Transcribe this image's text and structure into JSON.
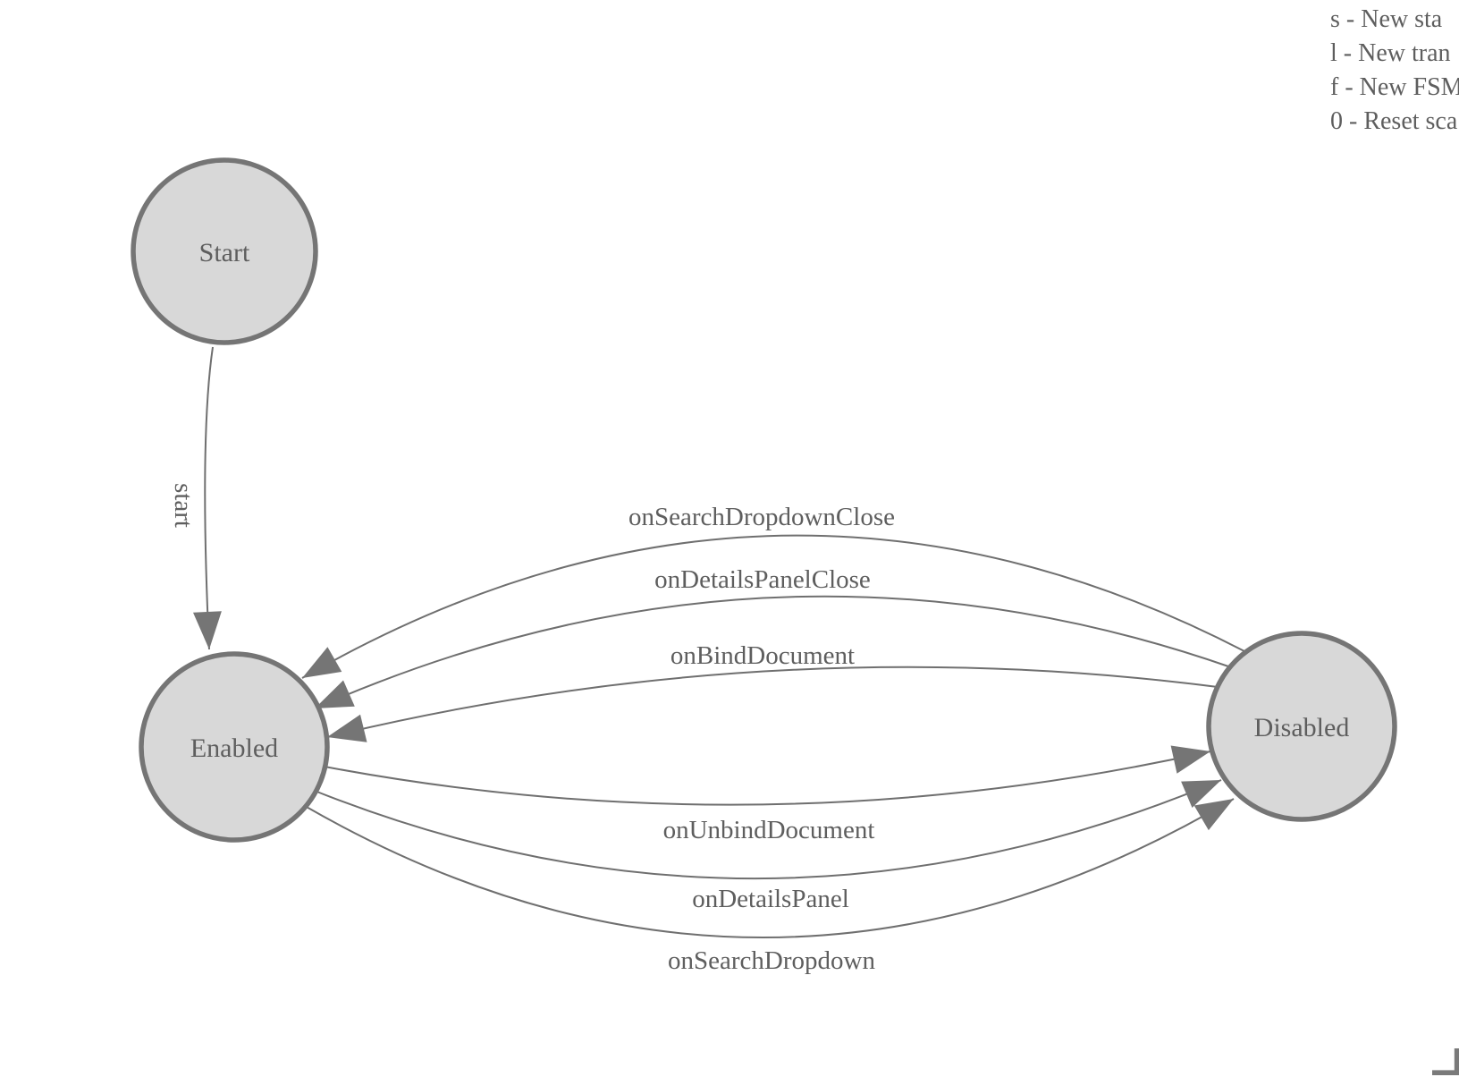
{
  "legend": {
    "lines": [
      "s - New sta",
      "l - New tran",
      "f - New FSM",
      "0 - Reset sca"
    ]
  },
  "diagram": {
    "nodes": [
      {
        "id": "start",
        "label": "Start"
      },
      {
        "id": "enabled",
        "label": "Enabled"
      },
      {
        "id": "disabled",
        "label": "Disabled"
      }
    ],
    "edges": [
      {
        "from": "Start",
        "to": "Enabled",
        "label": "start"
      },
      {
        "from": "Disabled",
        "to": "Enabled",
        "label": "onSearchDropdownClose"
      },
      {
        "from": "Disabled",
        "to": "Enabled",
        "label": "onDetailsPanelClose"
      },
      {
        "from": "Disabled",
        "to": "Enabled",
        "label": "onBindDocument"
      },
      {
        "from": "Enabled",
        "to": "Disabled",
        "label": "onUnbindDocument"
      },
      {
        "from": "Enabled",
        "to": "Disabled",
        "label": "onDetailsPanel"
      },
      {
        "from": "Enabled",
        "to": "Disabled",
        "label": "onSearchDropdown"
      }
    ]
  },
  "colors": {
    "background": "#ffffff",
    "node_fill": "#d8d8d8",
    "node_stroke": "#757575",
    "edge_stroke": "#6f6f6f",
    "arrow_fill": "#757575",
    "text": "#5e5e5e"
  }
}
